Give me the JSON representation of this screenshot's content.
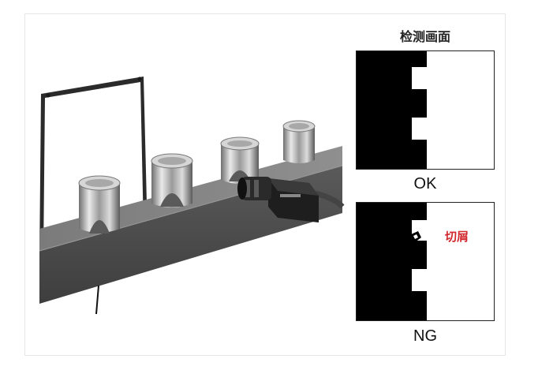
{
  "title": "检测画面",
  "ok_label": "OK",
  "ng_label": "NG",
  "defect_label": "切屑",
  "colors": {
    "defect_text": "#d0282e",
    "panel_black": "#000000",
    "conveyor": "#5e5e5e"
  }
}
